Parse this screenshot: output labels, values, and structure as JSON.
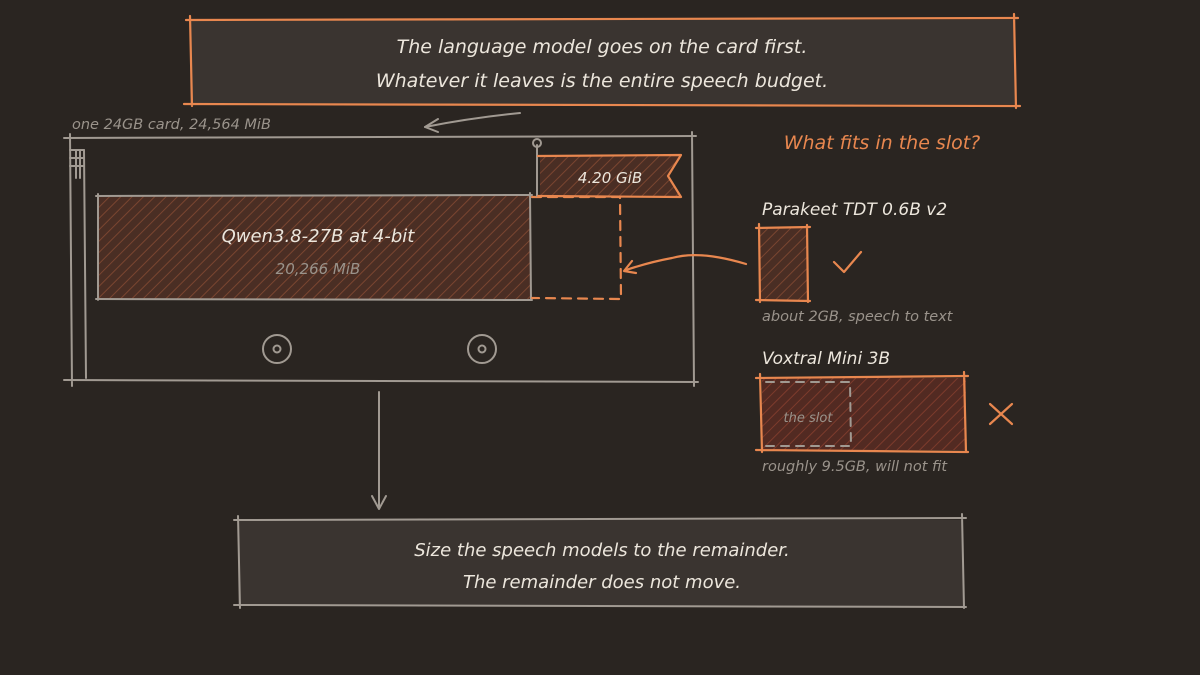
{
  "top_note": {
    "line1": "The language model goes on the card first.",
    "line2": "Whatever it leaves is the entire speech budget."
  },
  "card": {
    "label": "one 24GB card, 24,564 MiB",
    "llm_name": "Qwen3.8-27B at 4-bit",
    "llm_size": "20,266 MiB",
    "slot_size": "4.20 GiB"
  },
  "question": "What fits in the slot?",
  "options": [
    {
      "name": "Parakeet TDT 0.6B v2",
      "caption": "about 2GB, speech to text",
      "verdict": "fits",
      "mark_icon": "check-icon"
    },
    {
      "name": "Voxtral Mini 3B",
      "caption": "roughly 9.5GB, will not fit",
      "slot_label": "the slot",
      "verdict": "does-not-fit",
      "mark_icon": "cross-icon"
    }
  ],
  "bottom_note": {
    "line1": "Size the speech models to the remainder.",
    "line2": "The remainder does not move."
  },
  "colors": {
    "background": "#2a2521",
    "accent": "#e8874f",
    "ink": "#ece6dc",
    "muted": "#9a938b",
    "fill_dark": "#4e3025"
  }
}
